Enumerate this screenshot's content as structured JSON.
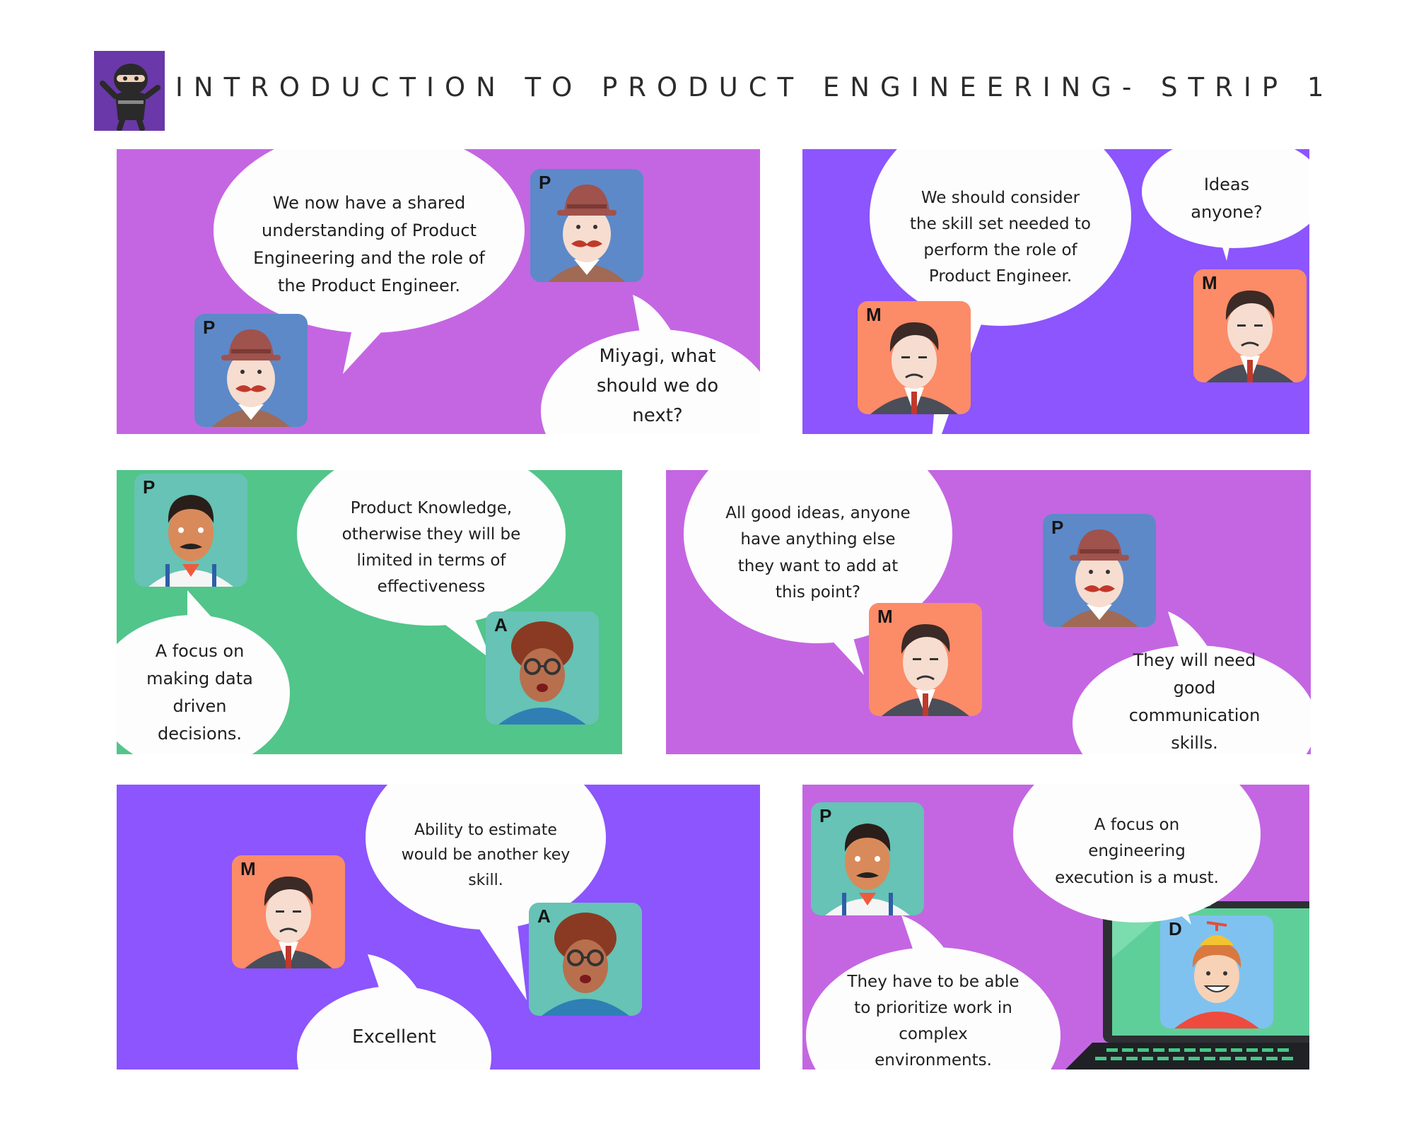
{
  "title": "INTRODUCTION TO PRODUCT ENGINEERING- STRIP 1",
  "logo": {
    "icon": "ninja-mascot-icon",
    "color": "#6a38a8"
  },
  "colors": {
    "pink": "#c466e2",
    "violet": "#8c55fd",
    "green": "#52c58a",
    "bubble": "#fdfdfd"
  },
  "panels": [
    {
      "bubbles": [
        "We now have a shared understanding of Product Engineering and the role of the Product Engineer.",
        "Miyagi, what should we do next?"
      ],
      "avatars": [
        "P",
        "P"
      ]
    },
    {
      "bubbles": [
        "We should consider the skill set needed to perform the role of Product Engineer.",
        "Ideas anyone?"
      ],
      "avatars": [
        "M",
        "M"
      ]
    },
    {
      "bubbles": [
        "Product Knowledge, otherwise they will be limited in terms of effectiveness",
        "A focus on making data driven decisions."
      ],
      "avatars": [
        "P",
        "A"
      ]
    },
    {
      "bubbles": [
        "All good ideas, anyone have anything else they want to add at this point?",
        "They will need good communication skills."
      ],
      "avatars": [
        "M",
        "P"
      ]
    },
    {
      "bubbles": [
        "Ability to estimate would be another key skill.",
        "Excellent"
      ],
      "avatars": [
        "M",
        "A"
      ]
    },
    {
      "bubbles": [
        "A focus on engineering execution is a must.",
        "They have to be able to prioritize work in complex environments."
      ],
      "avatars": [
        "P",
        "D"
      ]
    }
  ]
}
